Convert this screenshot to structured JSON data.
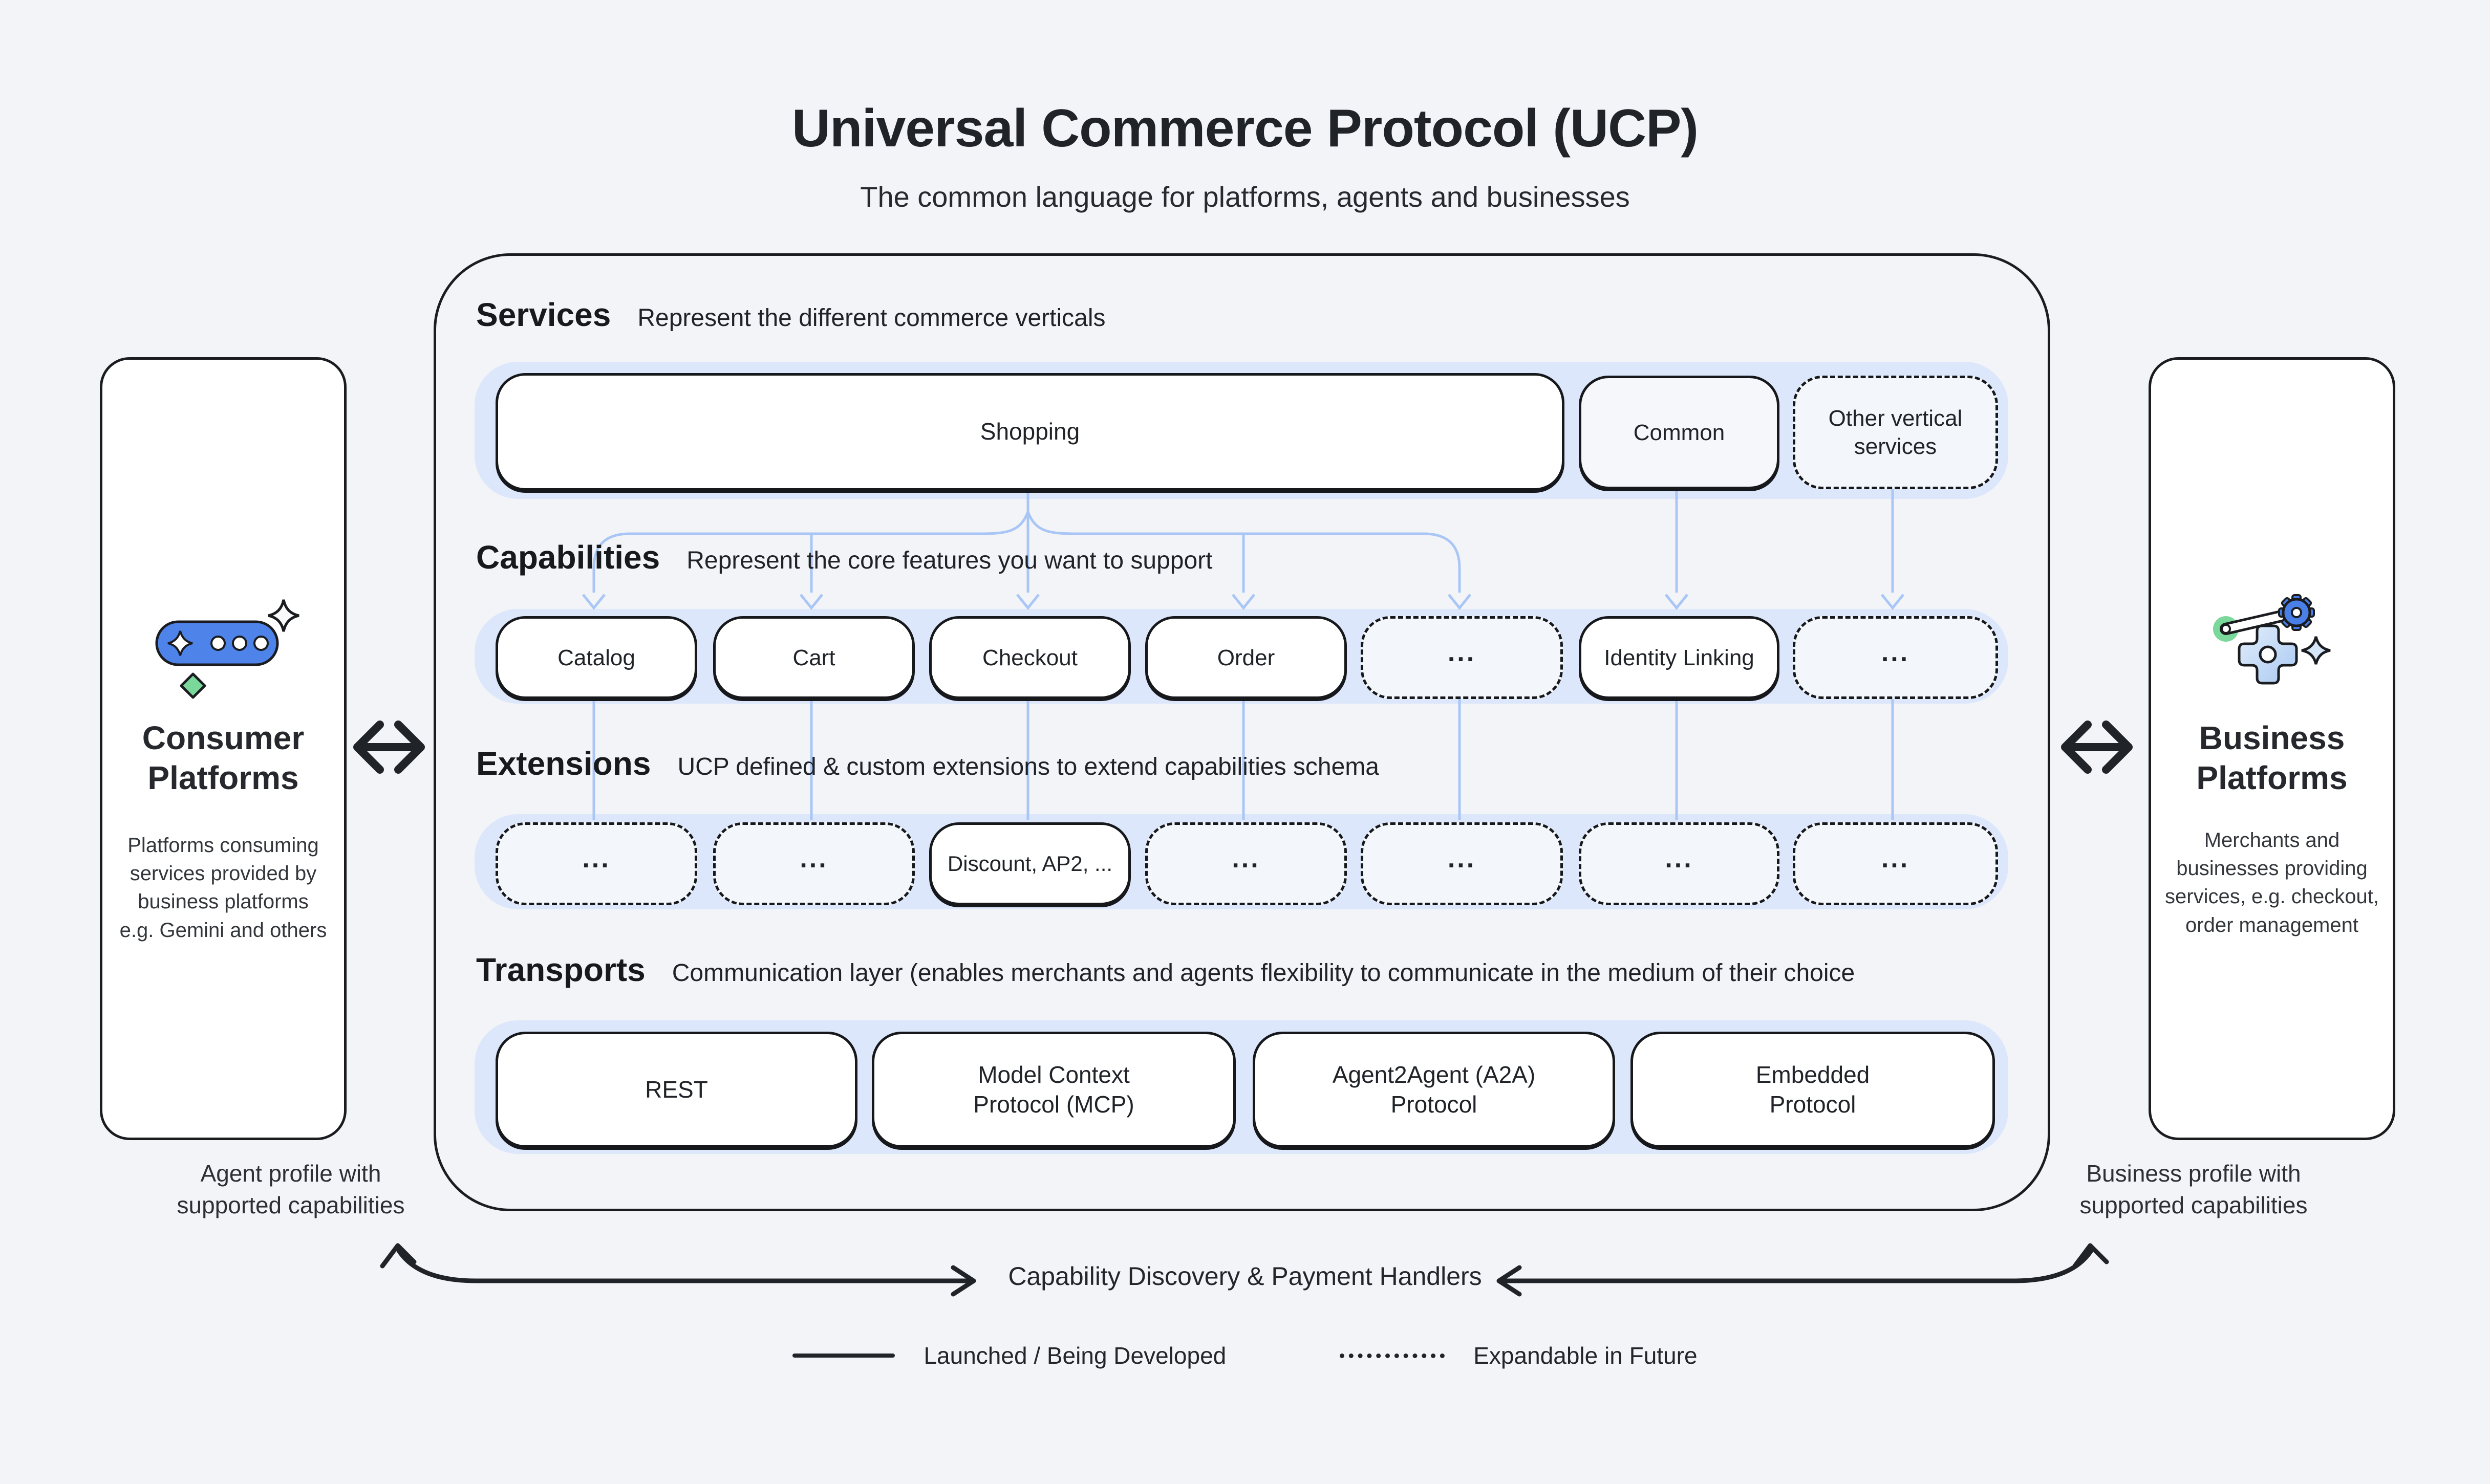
{
  "page": {
    "title": "Universal Commerce Protocol (UCP)",
    "subtitle": "The common language for platforms, agents and businesses"
  },
  "consumer_platform": {
    "title": "Consumer\nPlatforms",
    "description": "Platforms consuming\nservices provided by\nbusiness platforms\ne.g. Gemini and others",
    "caption": "Agent profile with\nsupported capabilities"
  },
  "business_platform": {
    "title": "Business\nPlatforms",
    "description": "Merchants and\nbusinesses providing\nservices, e.g. checkout,\norder management",
    "caption": "Business profile with\nsupported capabilities"
  },
  "sections": {
    "services": {
      "label": "Services",
      "description": "Represent the different commerce verticals",
      "items": [
        {
          "label": "Shopping",
          "style": "solid"
        },
        {
          "label": "Common",
          "style": "solid"
        },
        {
          "label": "Other vertical\nservices",
          "style": "dashed"
        }
      ]
    },
    "capabilities": {
      "label": "Capabilities",
      "description": "Represent the core features you want to support",
      "items": [
        {
          "label": "Catalog",
          "style": "solid"
        },
        {
          "label": "Cart",
          "style": "solid"
        },
        {
          "label": "Checkout",
          "style": "solid"
        },
        {
          "label": "Order",
          "style": "solid"
        },
        {
          "label": "...",
          "style": "dashed"
        },
        {
          "label": "Identity Linking",
          "style": "solid"
        },
        {
          "label": "...",
          "style": "dashed"
        }
      ]
    },
    "extensions": {
      "label": "Extensions",
      "description": "UCP defined & custom extensions to extend capabilities schema",
      "items": [
        {
          "label": "...",
          "style": "dashed"
        },
        {
          "label": "...",
          "style": "dashed"
        },
        {
          "label": "Discount, AP2, ...",
          "style": "solid"
        },
        {
          "label": "...",
          "style": "dashed"
        },
        {
          "label": "...",
          "style": "dashed"
        },
        {
          "label": "...",
          "style": "dashed"
        },
        {
          "label": "...",
          "style": "dashed"
        }
      ]
    },
    "transports": {
      "label": "Transports",
      "description": "Communication layer (enables merchants and agents flexibility to communicate in the medium of their choice",
      "items": [
        {
          "label": "REST",
          "style": "solid"
        },
        {
          "label": "Model Context\nProtocol (MCP)",
          "style": "solid"
        },
        {
          "label": "Agent2Agent (A2A)\nProtocol",
          "style": "solid"
        },
        {
          "label": "Embedded\nProtocol",
          "style": "solid"
        }
      ]
    }
  },
  "flow": {
    "label": "Capability Discovery & Payment Handlers"
  },
  "legend": {
    "solid": "Launched / Being Developed",
    "dashed": "Expandable in Future"
  },
  "icons": {
    "consumer": "ai-chat-pill-icon",
    "business": "gear-wrench-icon",
    "left_link": "double-arrow-icon",
    "right_link": "double-arrow-icon"
  },
  "colors": {
    "background": "#f2f4f8",
    "band_blue": "#dce7fb",
    "connector_blue": "#a9c6f6",
    "outline_dark": "#1a1c1f",
    "accent_blue": "#4e83ea",
    "accent_green": "#7bd89b",
    "sparkle_light_blue": "#d5e6f9"
  }
}
